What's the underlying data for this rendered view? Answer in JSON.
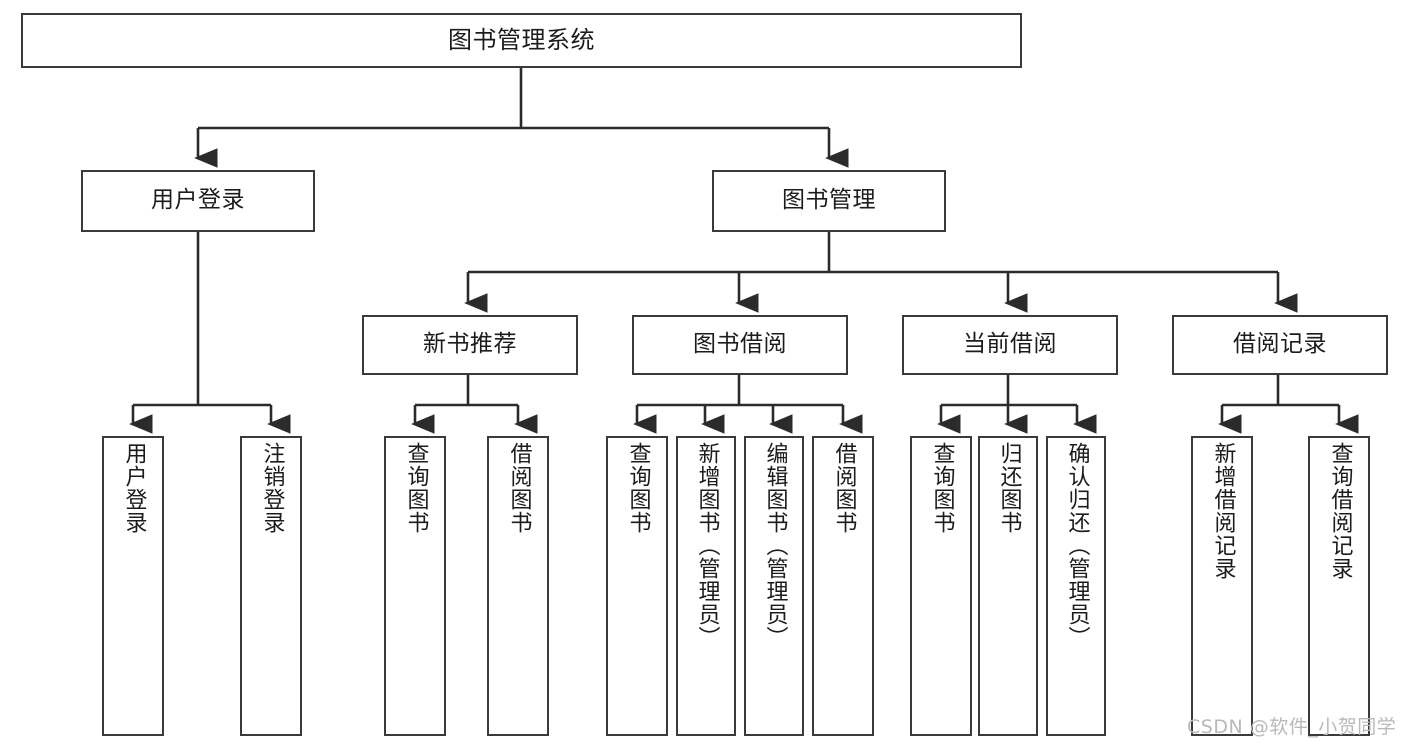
{
  "diagram": {
    "title": "图书管理系统",
    "type": "tree-hierarchy",
    "watermark": "CSDN @软件_小贺同学",
    "style": {
      "box_border": "#3a3a3a",
      "box_fill": "#ffffff",
      "connector": "#2b2b2b",
      "text": "#1c1c1c",
      "background": "#ffffff"
    }
  },
  "root": {
    "label": "图书管理系统"
  },
  "level2": [
    {
      "label": "用户登录"
    },
    {
      "label": "图书管理"
    }
  ],
  "level3": [
    {
      "label": "新书推荐"
    },
    {
      "label": "图书借阅"
    },
    {
      "label": "当前借阅"
    },
    {
      "label": "借阅记录"
    }
  ],
  "leaves": {
    "user_login": [
      {
        "label": "用户登录"
      },
      {
        "label": "注销登录"
      }
    ],
    "new_book_recommend": [
      {
        "label": "查询图书"
      },
      {
        "label": "借阅图书"
      }
    ],
    "book_borrow": [
      {
        "label": "查询图书"
      },
      {
        "label": "新增图书（管理员）"
      },
      {
        "label": "编辑图书（管理员）"
      },
      {
        "label": "借阅图书"
      }
    ],
    "current_borrow": [
      {
        "label": "查询图书"
      },
      {
        "label": "归还图书"
      },
      {
        "label": "确认归还（管理员）"
      }
    ],
    "borrow_records": [
      {
        "label": "新增借阅记录"
      },
      {
        "label": "查询借阅记录"
      }
    ]
  }
}
